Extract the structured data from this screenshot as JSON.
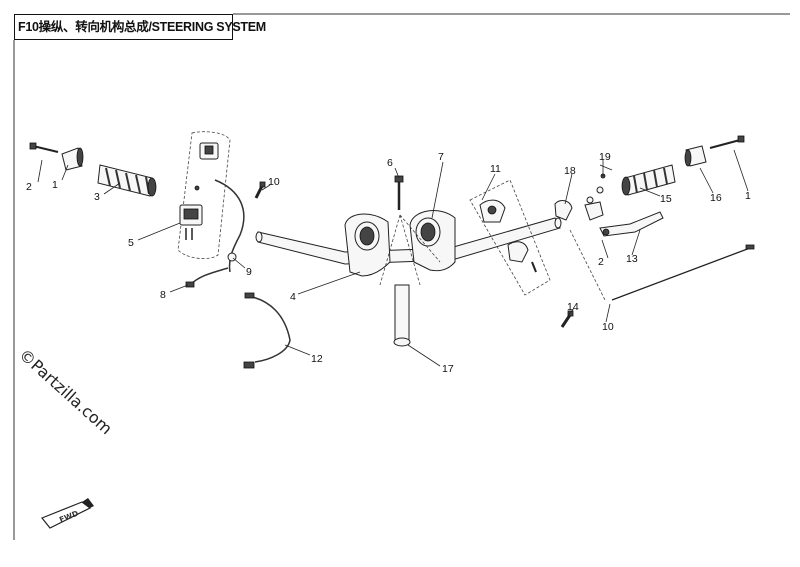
{
  "title": "F10操纵、转向机构总成/STEERING SYSTEM",
  "watermark": "©Partzilla.com",
  "fwd_label": "FWD",
  "callouts": [
    {
      "id": "c1a",
      "label": "1"
    },
    {
      "id": "c2a",
      "label": "2"
    },
    {
      "id": "c3",
      "label": "3"
    },
    {
      "id": "c5",
      "label": "5"
    },
    {
      "id": "c8",
      "label": "8"
    },
    {
      "id": "c9",
      "label": "9"
    },
    {
      "id": "c10a",
      "label": "10"
    },
    {
      "id": "c4",
      "label": "4"
    },
    {
      "id": "c6",
      "label": "6"
    },
    {
      "id": "c7",
      "label": "7"
    },
    {
      "id": "c11",
      "label": "11"
    },
    {
      "id": "c12",
      "label": "12"
    },
    {
      "id": "c18",
      "label": "18"
    },
    {
      "id": "c19",
      "label": "19"
    },
    {
      "id": "c15",
      "label": "15"
    },
    {
      "id": "c16",
      "label": "16"
    },
    {
      "id": "c1b",
      "label": "1"
    },
    {
      "id": "c2b",
      "label": "2"
    },
    {
      "id": "c13",
      "label": "13"
    },
    {
      "id": "c14",
      "label": "14"
    },
    {
      "id": "c10b",
      "label": "10"
    },
    {
      "id": "c17",
      "label": "17"
    }
  ]
}
